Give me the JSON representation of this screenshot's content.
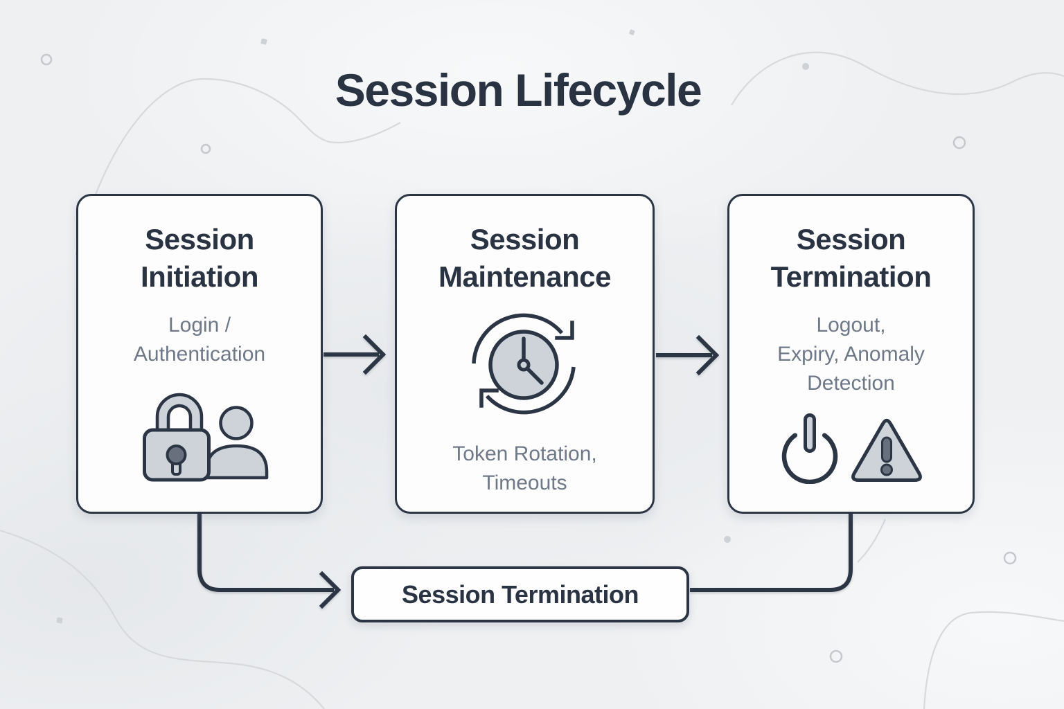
{
  "title": "Session Lifecycle",
  "cards": [
    {
      "title": "Session\nInitiation",
      "subtitle": "Login /\nAuthentication",
      "icon": "lock-user"
    },
    {
      "title": "Session\nMaintenance",
      "subtitle": "Token Rotation,\nTimeouts",
      "icon": "clock-rotation"
    },
    {
      "title": "Session\nTermination",
      "subtitle": "Logout,\nExpiry, Anomaly\nDetection",
      "icon": "power-warning"
    }
  ],
  "bottom_box": {
    "label": "Session Termination"
  },
  "colors": {
    "ink": "#2a3342",
    "stroke": "#2b3544",
    "muted_text": "#6e7887",
    "icon_fill": "#ced3da",
    "icon_dark": "#68707e",
    "background": "#eef0f2",
    "card_background": "#fdfdfe"
  }
}
